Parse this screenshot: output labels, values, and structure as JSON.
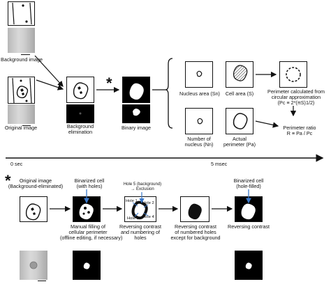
{
  "texts": {
    "background_image": "Background image",
    "original_image": "Original image",
    "background_elimination_1": "Background",
    "background_elimination_2": "elimination",
    "binary_image": "Binary image",
    "nucleus_area": "Nucleus area (Sn)",
    "cell_area": "Cell area (S)",
    "perimeter_calc_1": "Perimeter calculated from",
    "perimeter_calc_2": "circular approximation",
    "perimeter_calc_3": "(Pc ≡ 2*(πS)1/2)",
    "number_nucleus_1": "Number of",
    "number_nucleus_2": "nucleus (Nn)",
    "actual_perimeter_1": "Actual",
    "actual_perimeter_2": "perimeter (Pa)",
    "perimeter_ratio_1": "Perimeter ratio",
    "perimeter_ratio_2": "R ≡ Pa / Pc",
    "time_start": "0 sec",
    "time_end": "5 msec",
    "star": "*",
    "orig_bg_elim_1": "Original image",
    "orig_bg_elim_2": "(Background-eliminated)",
    "binarized_holes_1": "Binarized cell",
    "binarized_holes_2": "(with holes)",
    "hole5_1": "Hole 5 (background)",
    "hole5_2": "→ Exclusion",
    "hole1": "Hole 1",
    "hole2": "Hole 2",
    "hole3": "Hole 3",
    "hole4": "Hole 4",
    "binarized_filled_1": "Binarized cell",
    "binarized_filled_2": "(hole-filled)",
    "manual_fill_1": "Manual filling of",
    "manual_fill_2": "cellular perimeter",
    "manual_fill_3": "(offline editing, if necessary)",
    "reversing_numbering_1": "Reversing contrast",
    "reversing_numbering_2": "and numbering of",
    "reversing_numbering_3": "holes",
    "reversing_numbered_1": "Reversing contrast",
    "reversing_numbered_2": "of numbered holes",
    "reversing_numbered_3": "except for background",
    "reversing_contrast": "Reversing contrast"
  },
  "colors": {
    "line": "#111111",
    "accent_arrow": "#3a78c8",
    "hatch": "#555555"
  }
}
